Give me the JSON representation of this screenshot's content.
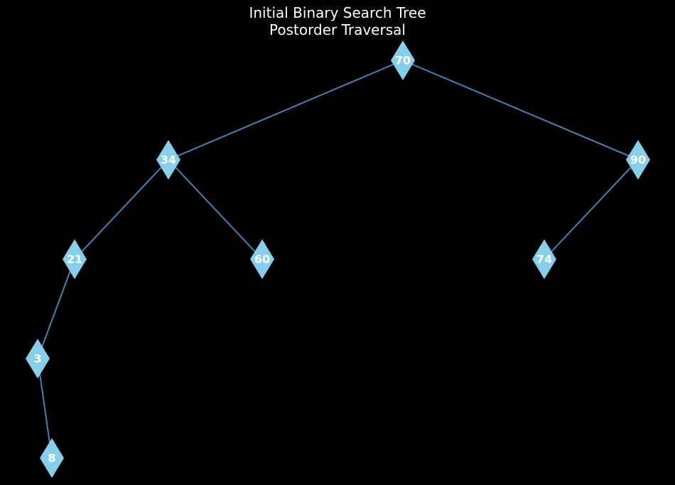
{
  "title": {
    "line1": "Initial Binary Search Tree",
    "line2": "Postorder Traversal"
  },
  "tree": {
    "root": "70",
    "nodes": [
      {
        "id": "70",
        "label": "70",
        "parent": null,
        "side": null
      },
      {
        "id": "34",
        "label": "34",
        "parent": "70",
        "side": "left"
      },
      {
        "id": "90",
        "label": "90",
        "parent": "70",
        "side": "right"
      },
      {
        "id": "21",
        "label": "21",
        "parent": "34",
        "side": "left"
      },
      {
        "id": "60",
        "label": "60",
        "parent": "34",
        "side": "right"
      },
      {
        "id": "74",
        "label": "74",
        "parent": "90",
        "side": "left"
      },
      {
        "id": "3",
        "label": "3",
        "parent": "21",
        "side": "left"
      },
      {
        "id": "8",
        "label": "8",
        "parent": "3",
        "side": "right"
      }
    ]
  },
  "colors": {
    "background": "#000000",
    "node_fill": "#87ceeb",
    "edge": "#4682b4",
    "label": "#ffffff"
  },
  "node_shape": "diamond"
}
